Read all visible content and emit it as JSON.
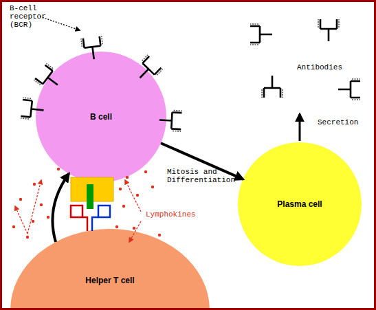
{
  "diagram": {
    "nodes": [
      {
        "text": [
          "B cell"
        ]
      },
      {
        "text": [
          "Plasma cell"
        ]
      },
      {
        "text": [
          "Helper T cell"
        ]
      }
    ],
    "edges": [
      {
        "from": 0,
        "to": 1,
        "arrow": "to",
        "label": "Mitosis and Differentiation"
      },
      {
        "from": 2,
        "to": 0,
        "arrow": "to"
      }
    ],
    "labels": [
      "B-cell receptor (BCR)",
      "Antibodies",
      "Secretion",
      "Lymphokines"
    ]
  }
}
